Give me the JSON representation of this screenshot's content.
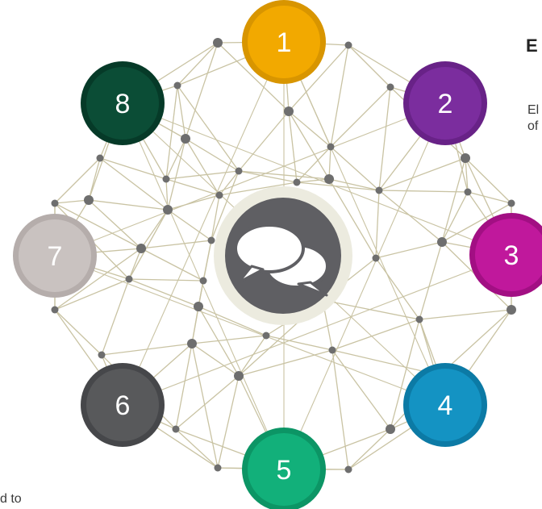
{
  "text": {
    "heading": "E",
    "line1": "El",
    "line2": "of",
    "footer": "d to"
  },
  "nodes": [
    {
      "label": "1",
      "color": "#f2a900",
      "ring": "#d89500"
    },
    {
      "label": "2",
      "color": "#7b2d9e",
      "ring": "#682287"
    },
    {
      "label": "3",
      "color": "#c0189c",
      "ring": "#a20f83"
    },
    {
      "label": "4",
      "color": "#1493c3",
      "ring": "#0c7aa5"
    },
    {
      "label": "5",
      "color": "#12b07a",
      "ring": "#0c9565"
    },
    {
      "label": "6",
      "color": "#58595b",
      "ring": "#46474a"
    },
    {
      "label": "7",
      "color": "#c9c2c0",
      "ring": "#b5adab"
    },
    {
      "label": "8",
      "color": "#0b4d36",
      "ring": "#063a28"
    }
  ],
  "center": {
    "icon": "speech-bubbles-icon",
    "color": "#5f5f63",
    "halo": "#ecebdf"
  },
  "network": {
    "line_color": "#c9c3a3",
    "dot_color": "#6e6e6e"
  }
}
